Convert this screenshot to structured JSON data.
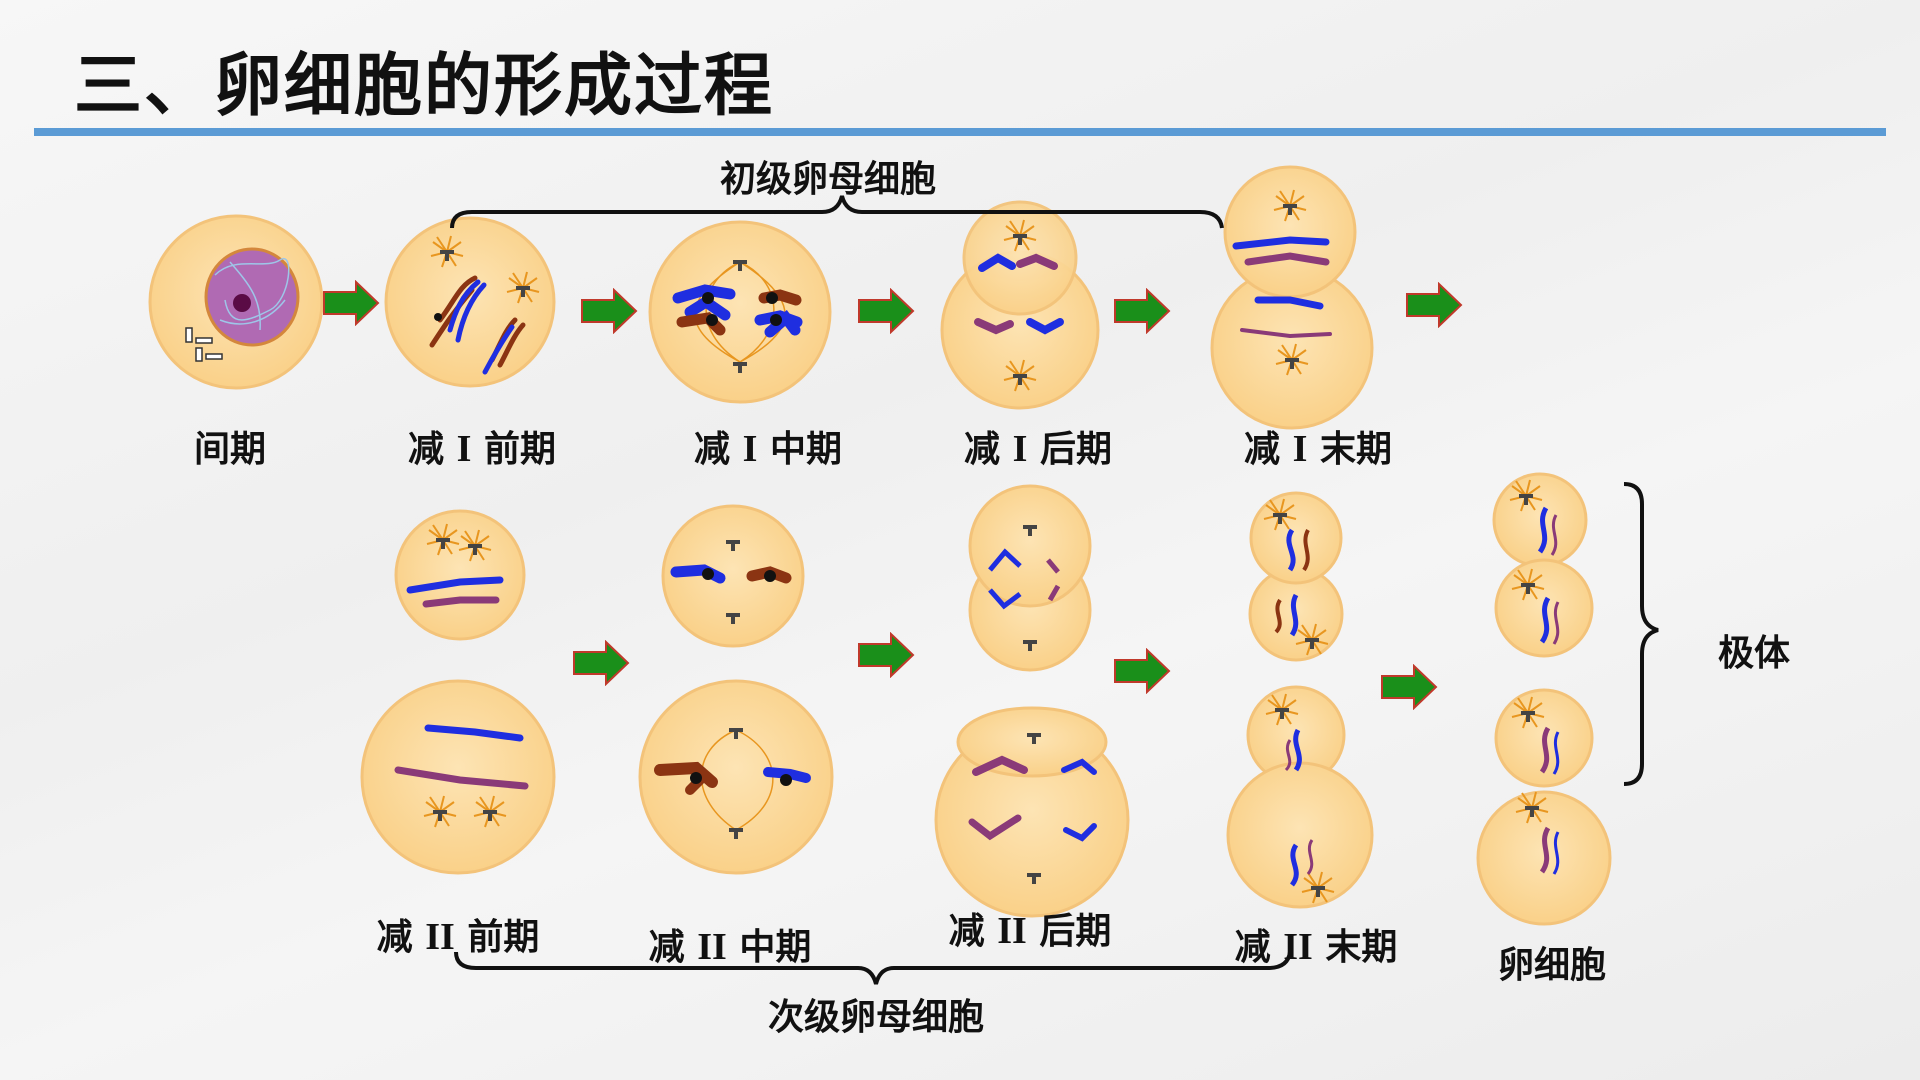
{
  "title": "三、卵细胞的形成过程",
  "colors": {
    "rule": "#5b9bd5",
    "cell_fill": "#fbd89a",
    "cell_stroke": "#f3b24a",
    "nucleus_fill": "#b06ab3",
    "chromosome_blue": "#1f2ee0",
    "chromosome_brown": "#8b3412",
    "chromosome_purple": "#8a3a78",
    "arrow_green": "#1a8f1a",
    "arrow_outline": "#c0392b"
  },
  "brace_top": "初级卵母细胞",
  "brace_bottom": "次级卵母细胞",
  "brace_right": "极体",
  "stages_row1": {
    "s1": "间期",
    "s2": {
      "pre": "减",
      "num": "I",
      "post": "前期"
    },
    "s3": {
      "pre": "减",
      "num": "I",
      "post": "中期"
    },
    "s4": {
      "pre": "减",
      "num": "I",
      "post": "后期"
    },
    "s5": {
      "pre": "减",
      "num": "I",
      "post": "末期"
    }
  },
  "stages_row2": {
    "s1": {
      "pre": "减",
      "num": "II",
      "post": "前期"
    },
    "s2": {
      "pre": "减",
      "num": "II",
      "post": "中期"
    },
    "s3": {
      "pre": "减",
      "num": "II",
      "post": "后期"
    },
    "s4": {
      "pre": "减",
      "num": "II",
      "post": "末期"
    },
    "s5": "卵细胞"
  },
  "icons": [
    "arrow-right-icon",
    "centriole-icon",
    "chromosome-icon",
    "curly-brace-icon"
  ]
}
